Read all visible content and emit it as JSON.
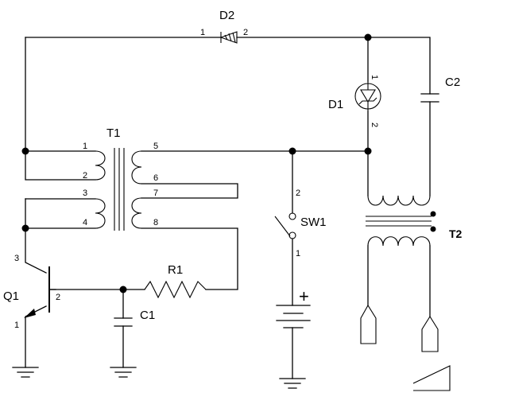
{
  "components": {
    "d2": {
      "ref": "D2",
      "pin_a": "1",
      "pin_k": "2"
    },
    "d1": {
      "ref": "D1",
      "pin_top": "1",
      "pin_bottom": "2"
    },
    "c2": {
      "ref": "C2"
    },
    "t1": {
      "ref": "T1",
      "pins": [
        "1",
        "2",
        "3",
        "4",
        "5",
        "6",
        "7",
        "8"
      ]
    },
    "t2": {
      "ref": "T2"
    },
    "sw1": {
      "ref": "SW1",
      "pin_top": "2",
      "pin_bottom": "1"
    },
    "battery": {
      "plus": "+"
    },
    "q1": {
      "ref": "Q1",
      "pin_c": "3",
      "pin_b": "2",
      "pin_e": "1"
    },
    "r1": {
      "ref": "R1"
    },
    "c1": {
      "ref": "C1"
    }
  }
}
